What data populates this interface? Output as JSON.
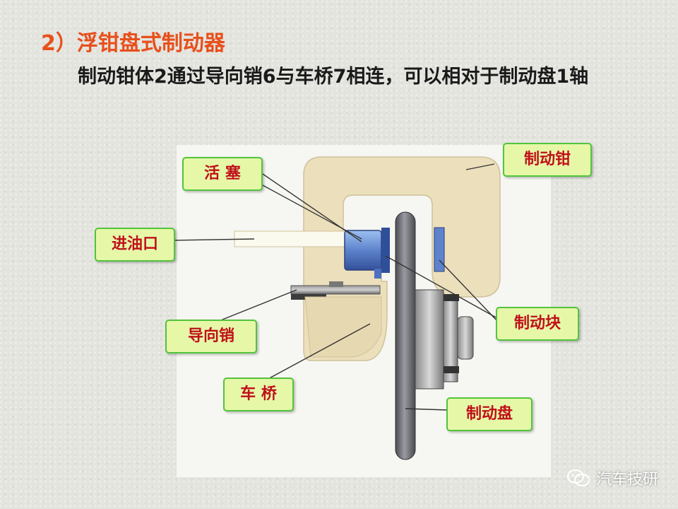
{
  "title": "2）浮钳盘式制动器",
  "subtitle": "制动钳体2通过导向销6与车桥7相连，可以相对于制动盘1轴",
  "labels": {
    "piston": "活 塞",
    "caliper": "制动钳",
    "oil_inlet": "进油口",
    "brake_pad": "制动块",
    "guide_pin": "导向销",
    "axle": "车 桥",
    "brake_disc": "制动盘"
  },
  "watermark": "汽车技研",
  "colors": {
    "title": "#e8501c",
    "label_text": "#c0101a",
    "label_fill": "#e6f8a8",
    "label_border": "#52c43c",
    "caliper_body": "#ecdfbc",
    "piston": "#6f93d6",
    "disc": "#6e6e74"
  }
}
